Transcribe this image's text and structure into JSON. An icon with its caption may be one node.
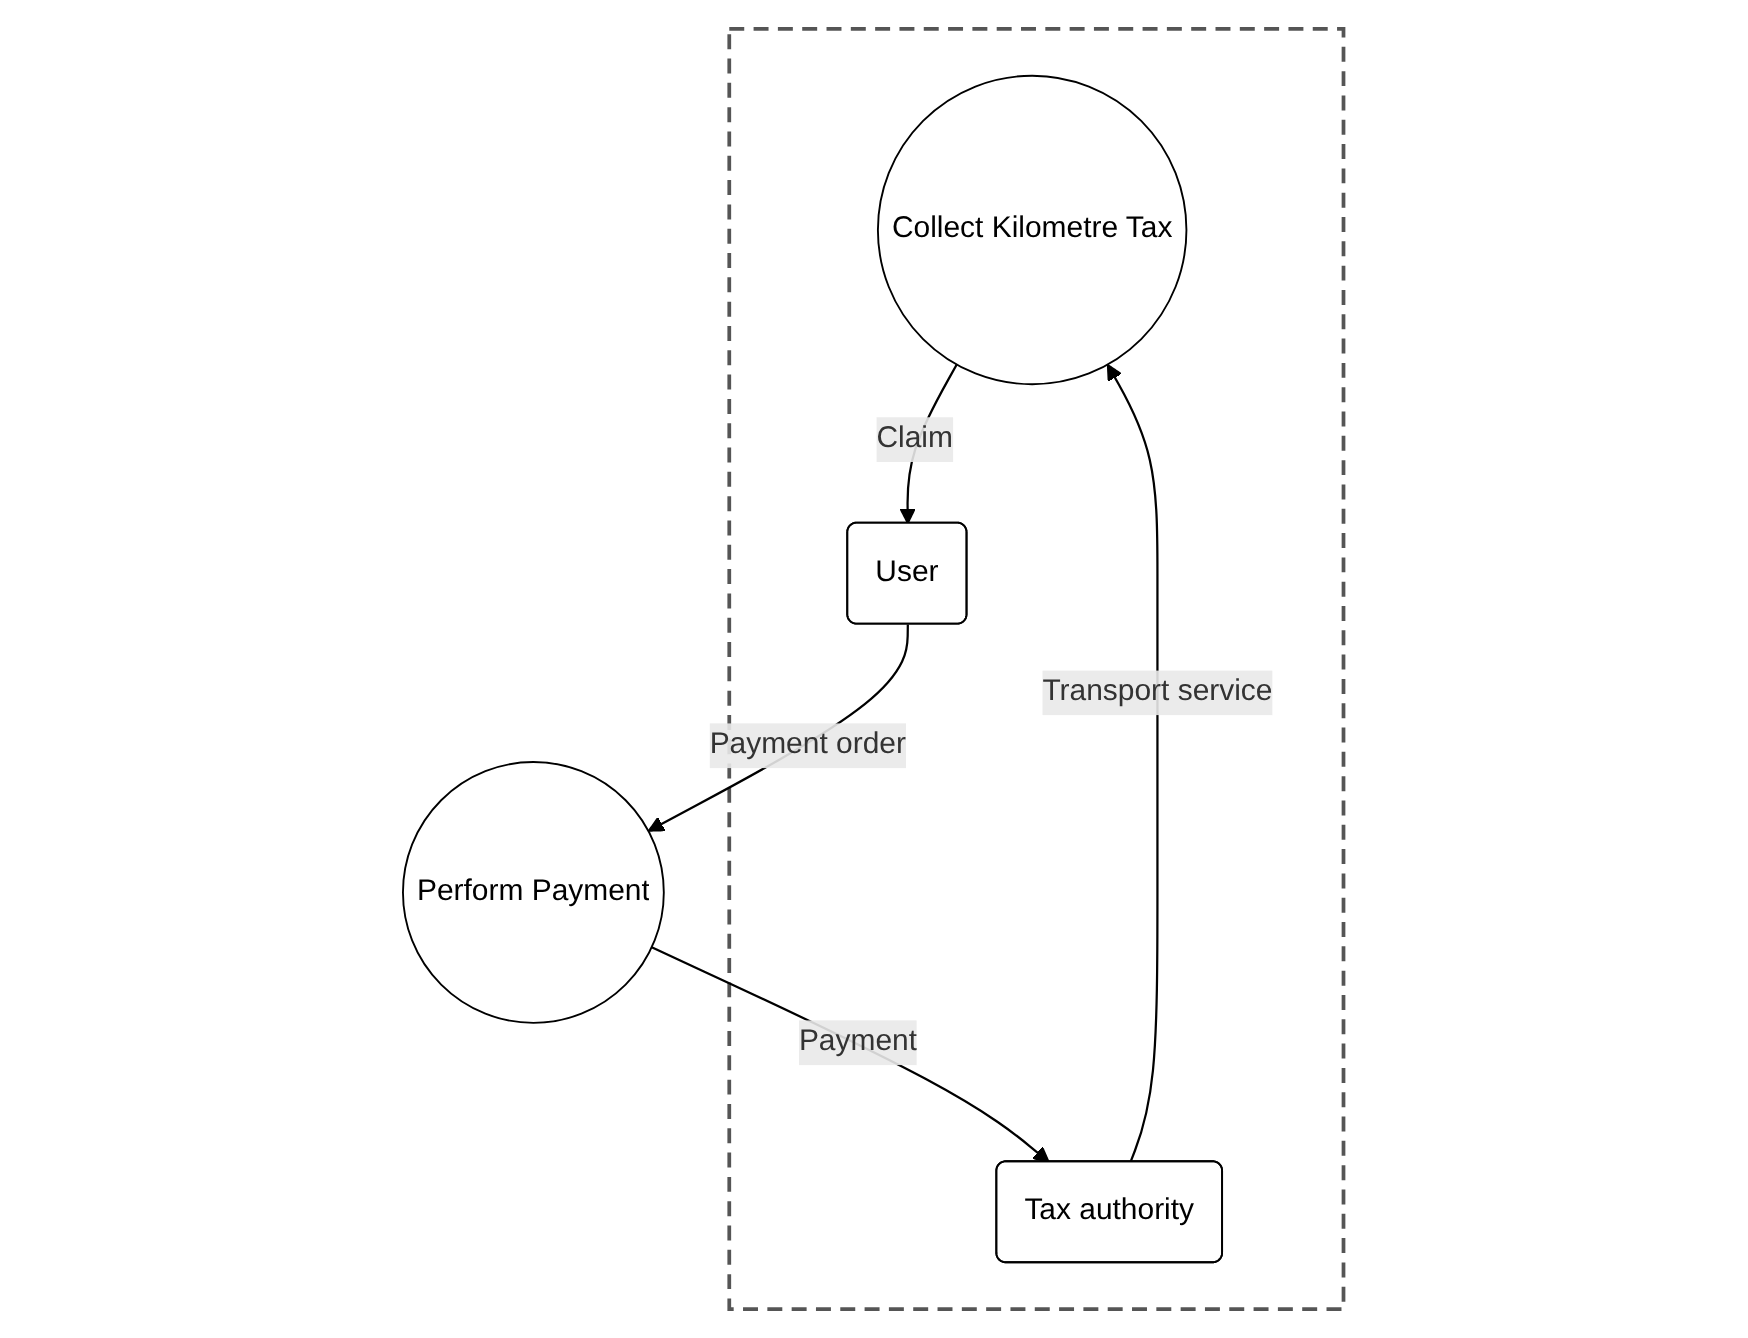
{
  "diagram": {
    "nodes": [
      {
        "text": [],
        "shape": "box"
      },
      {
        "text": [
          "Collect Kilometre Tax"
        ],
        "in": 0
      },
      {
        "text": [
          "User"
        ],
        "in": 0
      },
      {
        "text": [
          "Perform Payment"
        ]
      },
      {
        "text": [
          "Tax authority"
        ],
        "in": 0
      }
    ],
    "edges": [
      {
        "from": 1,
        "to": 2,
        "label": "Claim",
        "arrow": "to"
      },
      {
        "from": 2,
        "to": 3,
        "label": "Payment order",
        "arrow": "to"
      },
      {
        "from": 3,
        "to": 4,
        "label": "Payment",
        "arrow": "to"
      },
      {
        "from": 4,
        "to": 1,
        "label": "Transport service",
        "arrow": "to"
      }
    ]
  }
}
